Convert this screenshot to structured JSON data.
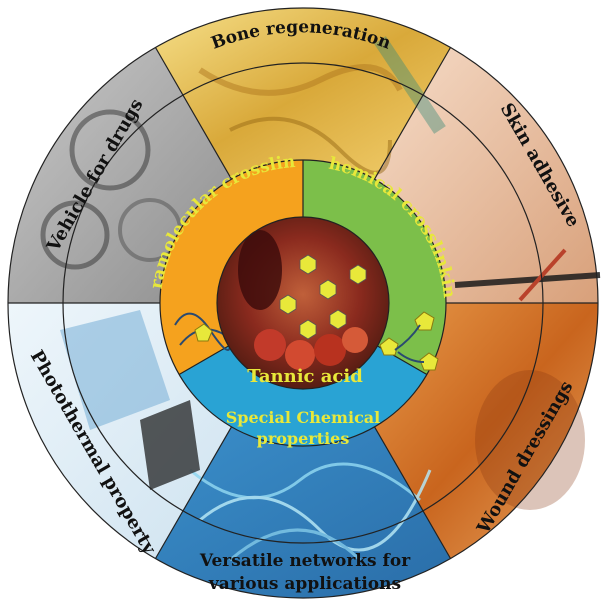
{
  "center": {
    "label": "Tannic acid"
  },
  "inner_ring": {
    "supramolecular": "Supramolecular crosslinking",
    "chemical": "Chemical crosslinking",
    "special": {
      "line1": "Special Chemical",
      "line2": "properties"
    }
  },
  "outer_ring": {
    "bone": "Bone regeneration",
    "skin": "Skin adhesive",
    "wound": "Wound dressings",
    "networks": {
      "line1": "Versatile networks for",
      "line2": "various applications"
    },
    "photothermal": "Photothermal property",
    "vehicle": "Vehicle for drugs"
  },
  "colors": {
    "supramolecular": "#f5a21e",
    "chemical": "#7cbf4a",
    "special": "#29a3d4",
    "label_yellow": "#e8e83a"
  }
}
